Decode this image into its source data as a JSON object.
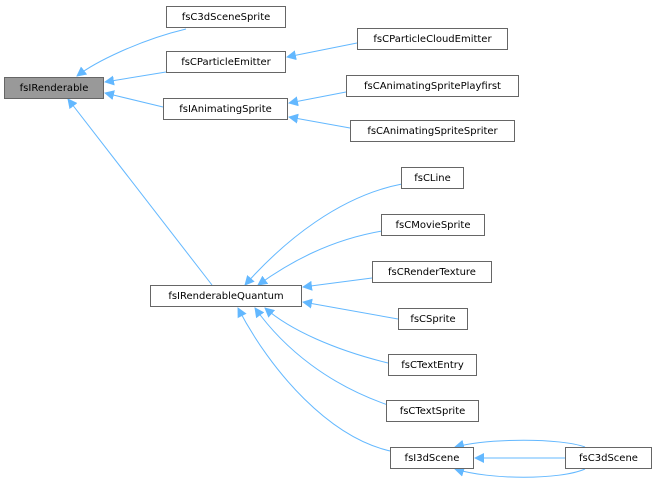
{
  "diagram": {
    "edge_color": "#63b8ff",
    "nodes": {
      "renderable": "fsIRenderable",
      "c3dscenesprite": "fsC3dSceneSprite",
      "particleemitter": "fsCParticleEmitter",
      "particlecloudemitter": "fsCParticleCloudEmitter",
      "animatingsprite": "fsIAnimatingSprite",
      "animplayfirst": "fsCAnimatingSpritePlayfirst",
      "animspriter": "fsCAnimatingSpriteSpriter",
      "renderablequantum": "fsIRenderableQuantum",
      "line": "fsCLine",
      "moviesprite": "fsCMovieSprite",
      "rendertexture": "fsCRenderTexture",
      "sprite": "fsCSprite",
      "textentry": "fsCTextEntry",
      "textsprite": "fsCTextSprite",
      "i3dscene": "fsI3dScene",
      "c3dscene": "fsC3dScene"
    },
    "root_node": "renderable"
  }
}
